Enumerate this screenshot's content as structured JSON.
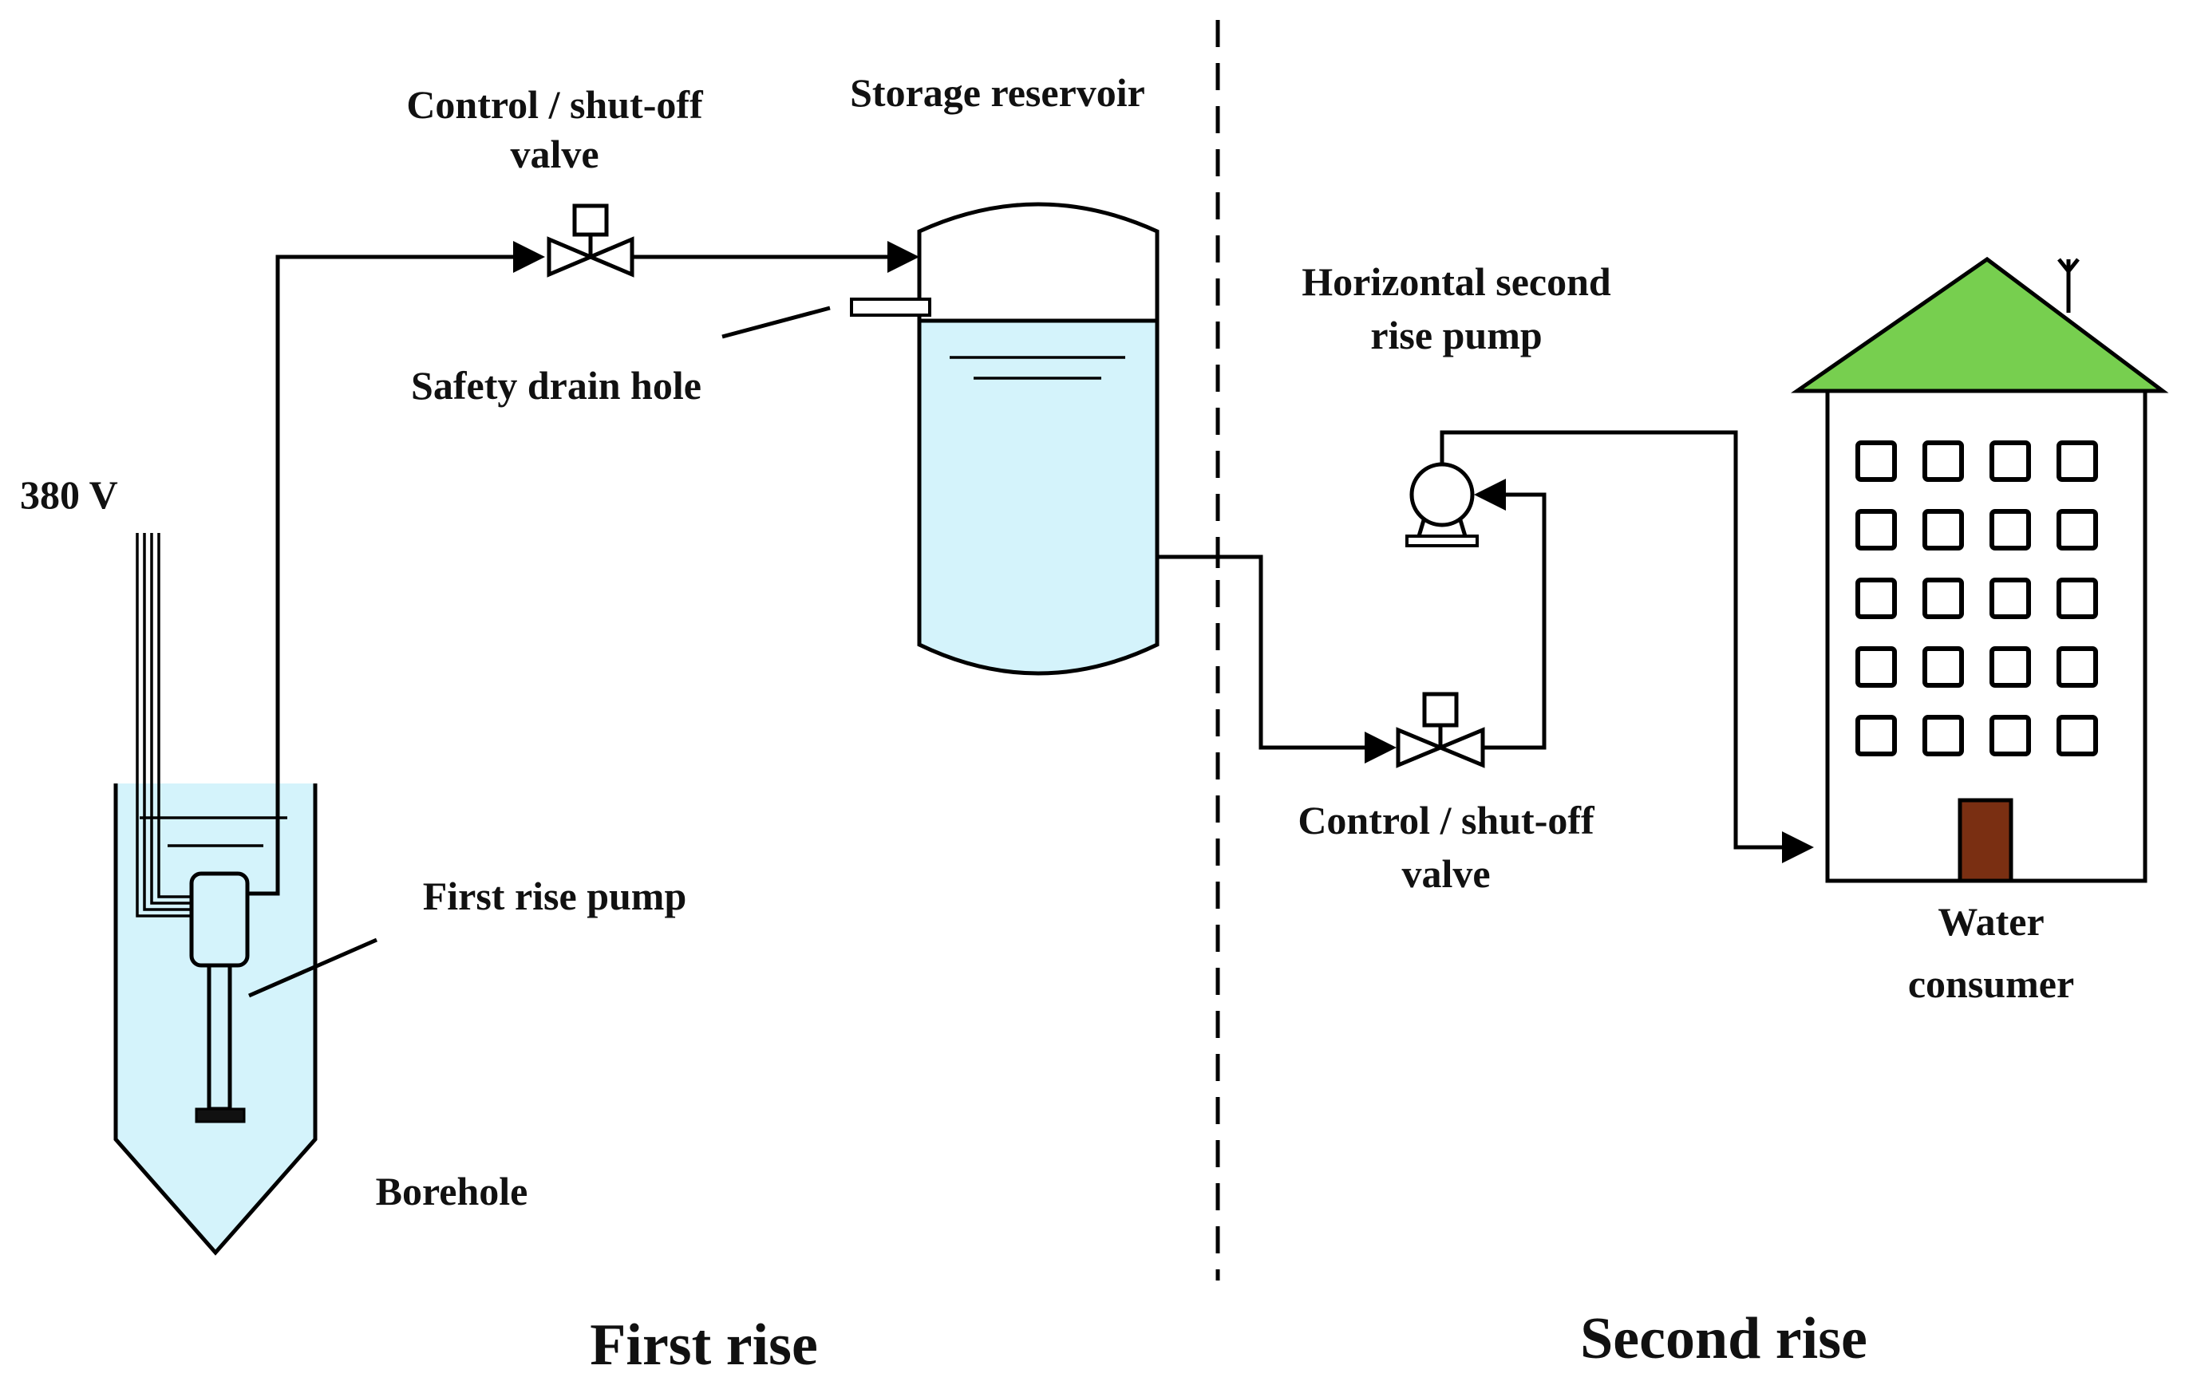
{
  "labels": {
    "voltage": "380 V",
    "valve1_line1": "Control / shut-off",
    "valve1_line2": "valve",
    "storage_reservoir": "Storage reservoir",
    "safety_drain_hole": "Safety drain hole",
    "first_rise_pump": "First rise pump",
    "borehole": "Borehole",
    "horizontal_pump_line1": "Horizontal second",
    "horizontal_pump_line2": "rise pump",
    "valve2_line1": "Control / shut-off",
    "valve2_line2": "valve",
    "consumer_line1": "Water",
    "consumer_line2": "consumer",
    "first_rise": "First rise",
    "second_rise": "Second rise"
  },
  "colors": {
    "water": "#d4f3fb",
    "roof": "#77cf4f",
    "door": "#7a2f12",
    "line": "#000000",
    "background": "#ffffff"
  }
}
